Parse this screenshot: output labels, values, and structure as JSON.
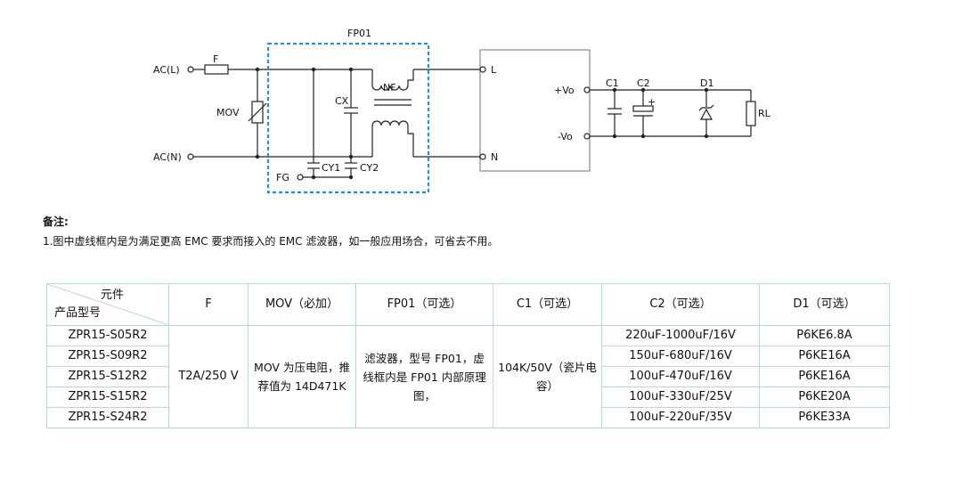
{
  "circuit": {
    "module_label": "FP01",
    "ac_l": "AC(L)",
    "ac_n": "AC(N)",
    "fuse": "F",
    "mov": "MOV",
    "cx": "CX",
    "nf": "NF",
    "cy1": "CY1",
    "cy2": "CY2",
    "fg": "FG",
    "in_l": "L",
    "in_n": "N",
    "out_pos": "+Vo",
    "out_neg": "-Vo",
    "c1": "C1",
    "c2": "C2",
    "c2_plus": "+",
    "d1": "D1",
    "rl": "RL"
  },
  "notes": {
    "title": "备注:",
    "line1": "1.图中虚线框内是为满足更高 EMC 要求而接入的 EMC 滤波器，如一般应用场合，可省去不用。"
  },
  "table": {
    "corner_top": "元件",
    "corner_bottom": "产品型号",
    "headers": [
      "F",
      "MOV（必加）",
      "FP01（可选）",
      "C1（可选）",
      "C2（可选）",
      "D1（可选）"
    ],
    "models": [
      "ZPR15-S05R2",
      "ZPR15-S09R2",
      "ZPR15-S12R2",
      "ZPR15-S15R2",
      "ZPR15-S24R2"
    ],
    "f_value": "T2A/250 V",
    "mov_value": "MOV 为压电阻，推荐值为 14D471K",
    "fp01_value": "滤波器，型号 FP01，虚线框内是 FP01 内部原理图，",
    "c1_value": "104K/50V（瓷片电容）",
    "c2_values": [
      "220uF-1000uF/16V",
      "150uF-680uF/16V",
      "100uF-470uF/16V",
      "100uF-330uF/25V",
      "100uF-220uF/35V"
    ],
    "d1_values": [
      "P6KE6.8A",
      "P6KE16A",
      "P6KE16A",
      "P6KE20A",
      "P6KE33A"
    ]
  }
}
